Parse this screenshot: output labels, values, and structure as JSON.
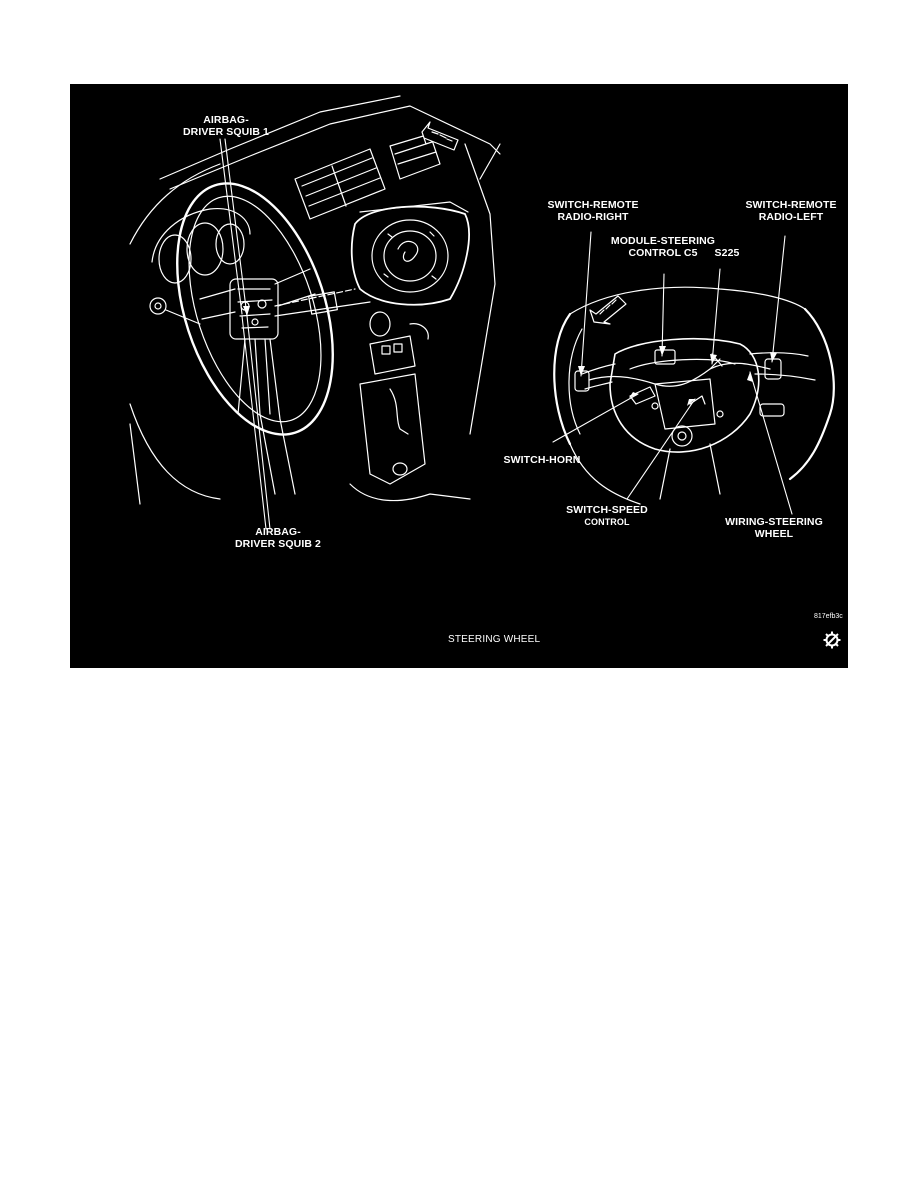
{
  "figure": {
    "title": "STEERING WHEEL",
    "code": "817efb3c",
    "colors": {
      "background": "#000000",
      "linework": "#ffffff",
      "page": "#ffffff"
    },
    "icons": [
      "fwd-arrow-icon",
      "gear-icon"
    ],
    "callouts": {
      "airbag_squib_1": "AIRBAG-\nDRIVER SQUIB 1",
      "airbag_squib_2": "AIRBAG-\nDRIVER SQUIB 2",
      "switch_remote_right": "SWITCH-REMOTE\nRADIO-RIGHT",
      "switch_remote_left": "SWITCH-REMOTE\nRADIO-LEFT",
      "module_steering": "MODULE-STEERING\nCONTROL C5",
      "s225": "S225",
      "switch_horn": "SWITCH-HORN",
      "switch_speed_line1": "SWITCH-SPEED",
      "switch_speed_line2": "CONTROL",
      "wiring_steering": "WIRING-STEERING\nWHEEL"
    }
  }
}
